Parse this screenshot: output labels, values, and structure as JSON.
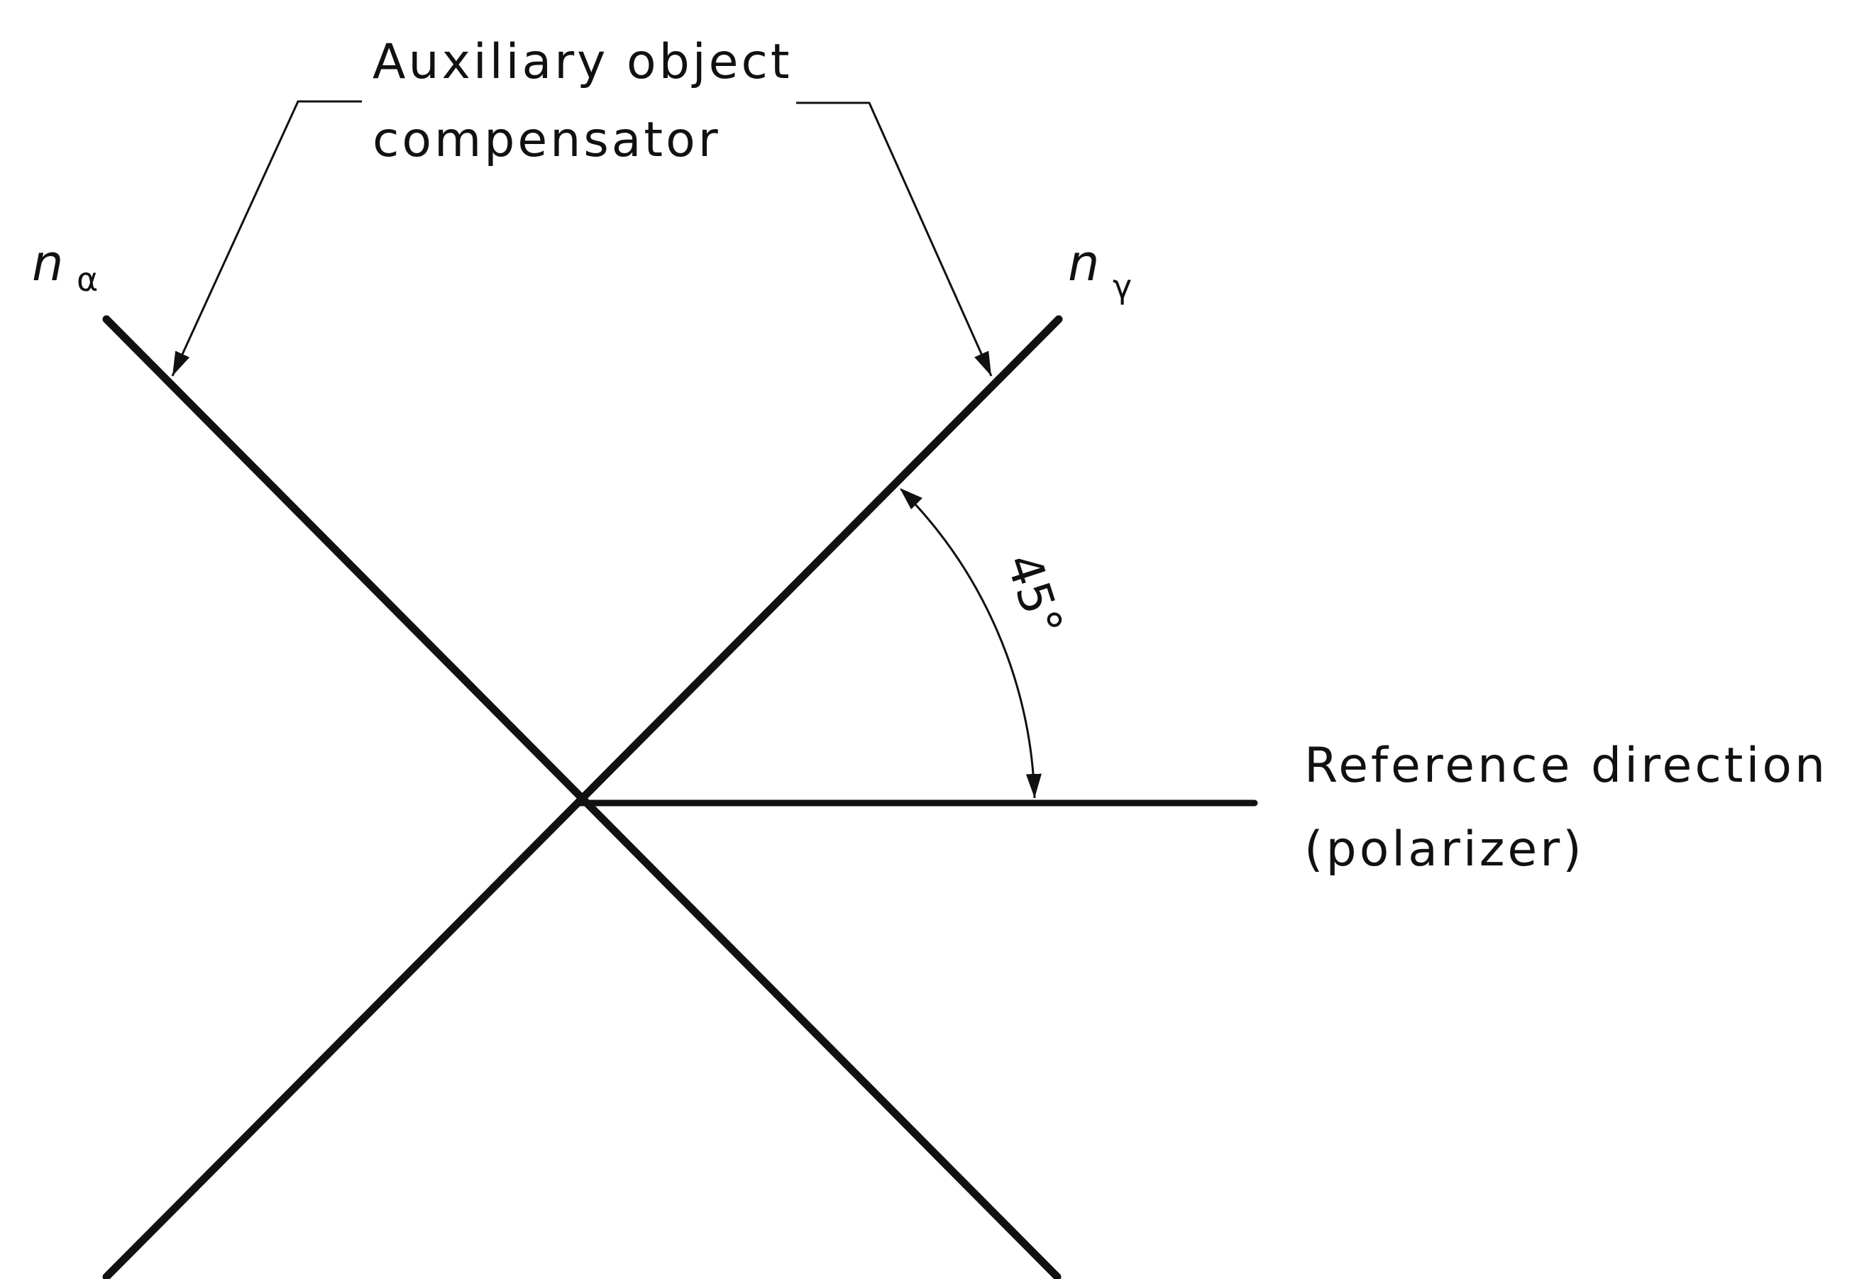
{
  "labels": {
    "callout_line1": "Auxiliary object",
    "callout_line2": "compensator",
    "n_alpha_main": "n",
    "n_alpha_sub": "α",
    "n_gamma_main": "n",
    "n_gamma_sub": "γ",
    "angle": "45°",
    "reference_line1": "Reference direction",
    "reference_line2": "(polarizer)"
  },
  "colors": {
    "ink": "#111111",
    "background": "#ffffff"
  }
}
